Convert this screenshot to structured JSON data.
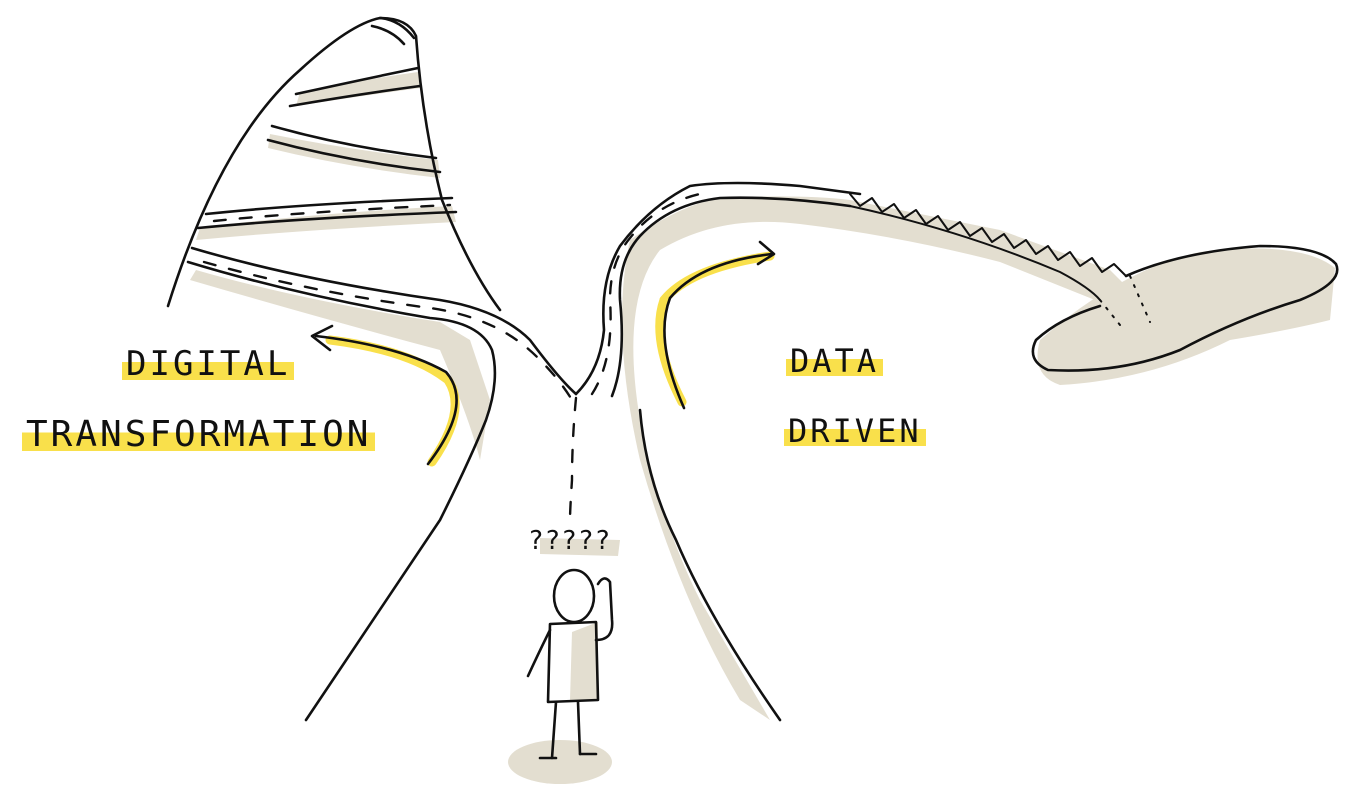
{
  "labels": {
    "digital_line1": "DIGITAL",
    "digital_line2": "TRANSFORMATION",
    "data_line1": "DATA",
    "data_line2": "DRIVEN",
    "questions": "?????"
  },
  "colors": {
    "ink": "#111111",
    "highlight": "#f9e04b",
    "shadow": "#e3ded0",
    "background": "#ffffff"
  }
}
